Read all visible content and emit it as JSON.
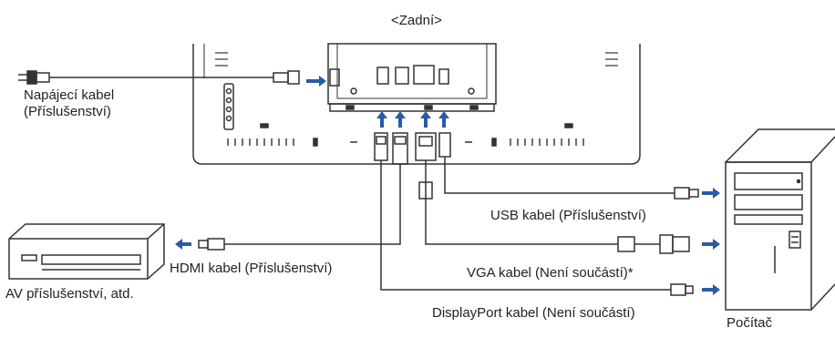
{
  "title": "<Zadní>",
  "labels": {
    "power_cable": "Napájecí kabel",
    "power_cable_note": "(Příslušenství)",
    "usb_cable": "USB kabel (Příslušenství)",
    "vga_cable": "VGA kabel (Není součástí)*",
    "hdmi_cable": "HDMI kabel (Příslušenství)",
    "dp_cable": "DisplayPort kabel (Není součástí)",
    "av_device": "AV příslušenství, atd.",
    "computer": "Počítač"
  },
  "colors": {
    "line": "#333333",
    "arrow": "#2a5aa8"
  }
}
